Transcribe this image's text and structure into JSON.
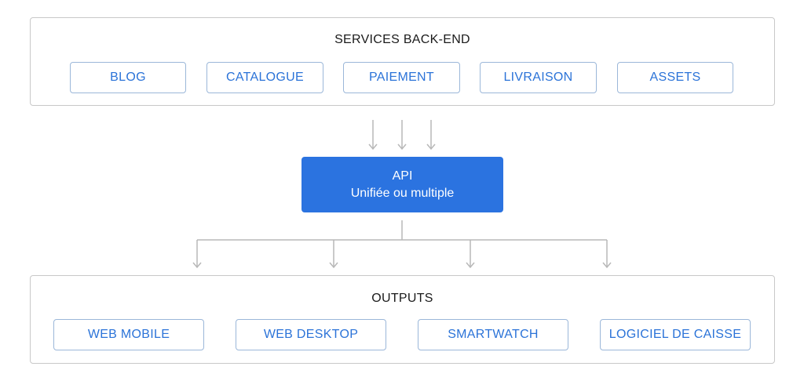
{
  "backend": {
    "title": "SERVICES BACK-END",
    "services": [
      "BLOG",
      "CATALOGUE",
      "PAIEMENT",
      "LIVRAISON",
      "ASSETS"
    ]
  },
  "api": {
    "line1": "API",
    "line2": "Unifiée ou multiple"
  },
  "outputs": {
    "title": "OUTPUTS",
    "items": [
      "WEB MOBILE",
      "WEB DESKTOP",
      "SMARTWATCH",
      "LOGICIEL DE CAISSE"
    ]
  },
  "colors": {
    "accent": "#2b73e0",
    "chip_border": "#9bb7d9",
    "panel_border": "#c8c8c8",
    "arrow": "#b8b8b8"
  }
}
